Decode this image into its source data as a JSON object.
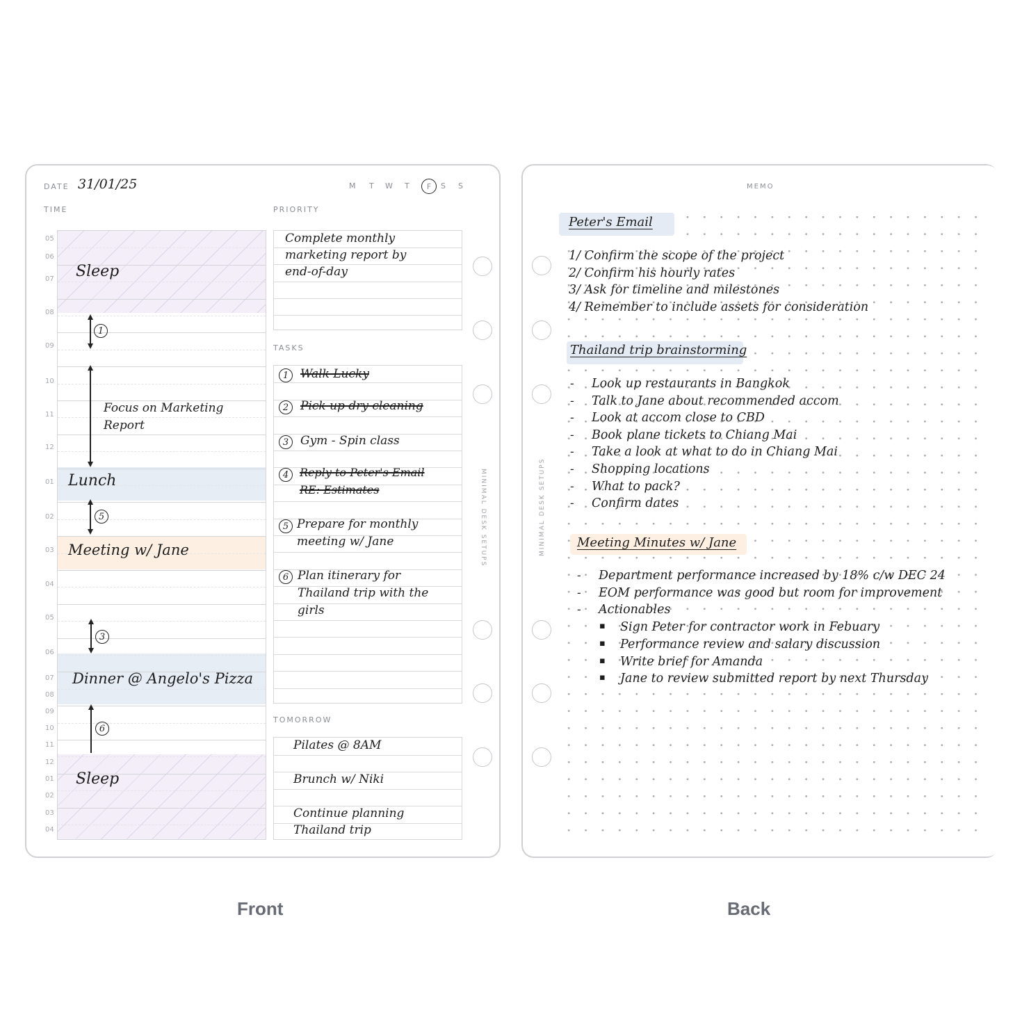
{
  "front": {
    "date_label": "DATE",
    "date_value": "31/01/25",
    "weekdays": [
      "M",
      "T",
      "W",
      "T",
      "F",
      "S",
      "S"
    ],
    "selected_weekday": "F",
    "time_label": "TIME",
    "priority_label": "PRIORITY",
    "tasks_label": "TASKS",
    "tomorrow_label": "TOMORROW",
    "side_brand": "MINIMAL DESK SETUPS",
    "hours": [
      "05",
      "06",
      "07",
      "08",
      "09",
      "10",
      "11",
      "12",
      "01",
      "02",
      "03",
      "04",
      "05",
      "06",
      "07",
      "08",
      "09",
      "10",
      "11",
      "12",
      "01",
      "02",
      "03",
      "04"
    ],
    "time_blocks": {
      "sleep_morning": "Sleep",
      "focus": "Focus on Marketing\nReport",
      "lunch": "Lunch",
      "meeting": "Meeting w/ Jane",
      "dinner": "Dinner @ Angelo's Pizza",
      "sleep_night": "Sleep"
    },
    "markers": [
      "1",
      "5",
      "3",
      "6"
    ],
    "priority_lines": [
      "Complete monthly",
      "marketing report by",
      "end-of-day"
    ],
    "tasks": [
      {
        "num": "1",
        "lines": [
          "Walk Lucky"
        ],
        "done": true
      },
      {
        "num": "2",
        "lines": [
          "Pick up dry cleaning"
        ],
        "done": true
      },
      {
        "num": "3",
        "lines": [
          "Gym - Spin class"
        ],
        "done": false
      },
      {
        "num": "4",
        "lines": [
          "Reply to Peter's Email",
          "RE: Estimates"
        ],
        "done": true
      },
      {
        "num": "5",
        "lines": [
          "Prepare for monthly",
          "meeting w/ Jane"
        ],
        "done": false
      },
      {
        "num": "6",
        "lines": [
          "Plan itinerary for",
          "Thailand trip with the",
          "girls"
        ],
        "done": false
      }
    ],
    "tomorrow": [
      "Pilates @ 8AM",
      "Brunch w/ Niki",
      "Continue planning",
      "Thailand trip"
    ]
  },
  "back": {
    "memo_label": "MEMO",
    "side_brand": "MINIMAL DESK SETUPS",
    "sections": [
      {
        "heading": "Peter's Email",
        "color": "#e4ebf4",
        "items": [
          "1/ Confirm the scope of the project",
          "2/ Confirm his hourly rates",
          "3/ Ask for timeline and milestones",
          "4/ Remember to include assets for consideration"
        ]
      },
      {
        "heading": "Thailand trip brainstorming",
        "color": "#e4ebf4",
        "items": [
          "Look up restaurants in Bangkok",
          "Talk to Jane about recommended accom",
          "Look at accom close to CBD",
          "Book plane tickets to Chiang Mai",
          "Take a look at what to do in Chiang Mai",
          "Shopping locations",
          "What to pack?",
          "Confirm dates"
        ]
      },
      {
        "heading": "Meeting Minutes w/ Jane",
        "color": "#fdf0e2",
        "items": [
          "Department performance increased by 18% c/w DEC 24",
          "EOM performance was good but room for improvement",
          "Actionables"
        ],
        "subitems": [
          "Sign Peter for contractor work in Febuary",
          "Performance review and salary discussion",
          "Write brief for Amanda",
          "Jane to review submitted report by next Thursday"
        ]
      }
    ]
  },
  "captions": {
    "front": "Front",
    "back": "Back"
  },
  "colors": {
    "border": "#cfd0d3",
    "lavender": "#f3eef8",
    "blue": "#e6edf5",
    "peach": "#fdf0e2",
    "caption": "#676b73"
  }
}
